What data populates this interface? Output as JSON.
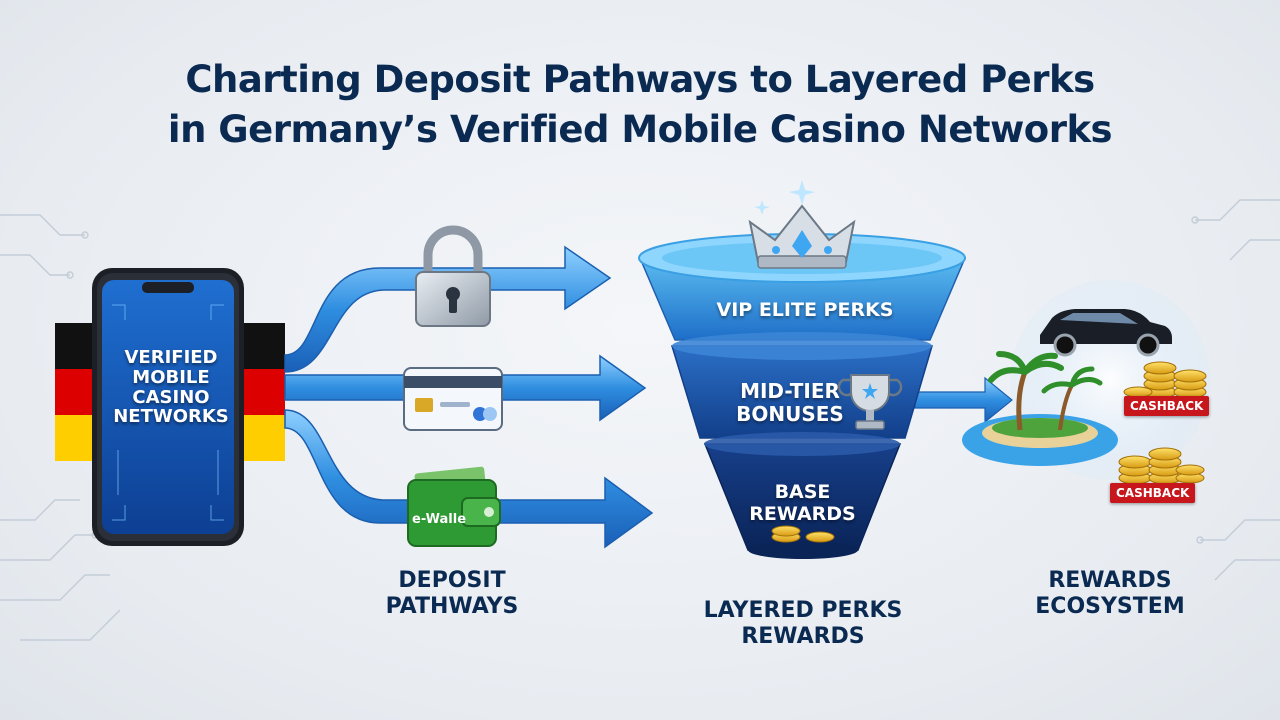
{
  "title": {
    "line1": "Charting Deposit Pathways to Layered Perks",
    "line2": "in Germany’s Verified Mobile Casino Networks"
  },
  "phone": {
    "lines": [
      "VERIFIED",
      "MOBILE",
      "CASINO",
      "NETWORKS"
    ]
  },
  "deposit_methods": {
    "lock_icon": "padlock-icon",
    "card_icon": "credit-card-icon",
    "wallet_label": "e-Walle"
  },
  "funnel": {
    "top": "VIP ELITE PERKS",
    "middle": [
      "MID-TIER",
      "BONUSES"
    ],
    "bottom": [
      "BASE",
      "REWARDS"
    ]
  },
  "rewards": {
    "badge_1": "CASHBACK",
    "badge_2": "CASHBACK"
  },
  "labels": {
    "deposit": [
      "DEPOSIT",
      "PATHWAYS"
    ],
    "layered": [
      "LAYERED PERKS",
      "REWARDS"
    ],
    "ecosystem": [
      "REWARDS",
      "ECOSYSTEM"
    ]
  },
  "colors": {
    "title": "#0b2a52",
    "arrow_blue": "#2f8ee0",
    "funnel_dark": "#0f3f86",
    "funnel_light": "#4fb4ea",
    "flag_black": "#111111",
    "flag_red": "#dd0000",
    "flag_gold": "#ffce00",
    "cashback_red": "#c8161d"
  }
}
